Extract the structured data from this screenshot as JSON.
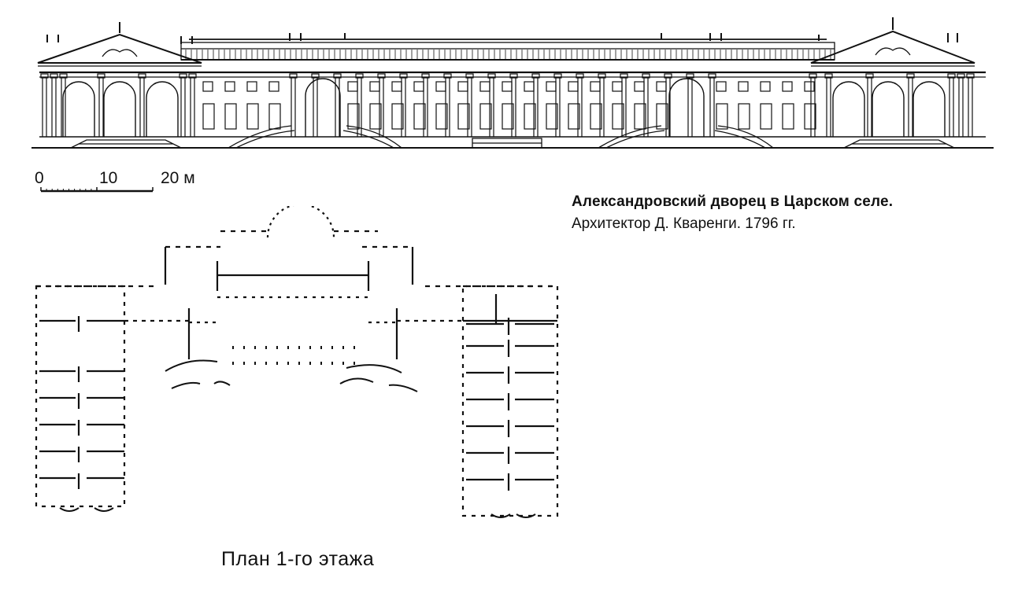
{
  "caption": {
    "title": "Александровский дворец в Царском селе.",
    "subtitle": "Архитектор Д. Кваренги. 1796 гг."
  },
  "scale_bar": {
    "labels": [
      "0",
      "10",
      "20 м"
    ]
  },
  "plan_label": "План 1-го этажа"
}
